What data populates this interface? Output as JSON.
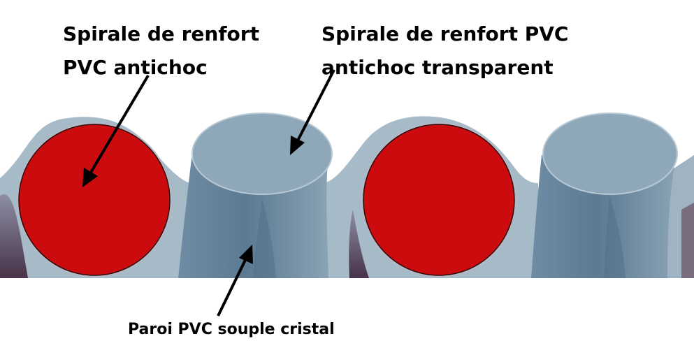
{
  "labels": {
    "red_spiral": [
      "Spirale de renfort",
      "PVC antichoc"
    ],
    "transparent_spiral": [
      "Spirale de renfort PVC",
      "antichoc transparent"
    ],
    "wall": "Paroi PVC souple cristal"
  },
  "colors": {
    "red_spiral": "#cc0b0e",
    "transparent_spiral": "#8ea8ba",
    "wall_surface": "#9fb3c2",
    "wall_shadow": "#4b4d60",
    "arrow": "#000000",
    "background": "#ffffff"
  }
}
